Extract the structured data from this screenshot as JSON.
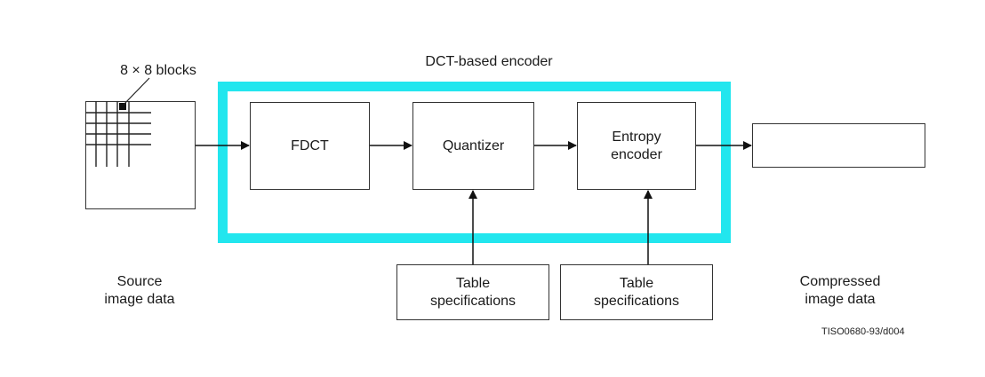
{
  "diagram": {
    "encoder_label": "DCT-based encoder",
    "blocks_label": "8 × 8 blocks",
    "source_label": "Source\nimage data",
    "fdct_label": "FDCT",
    "quantizer_label": "Quantizer",
    "entropy_label": "Entropy\nencoder",
    "table_spec_1": "Table\nspecifications",
    "table_spec_2": "Table\nspecifications",
    "compressed_label": "Compressed\nimage data",
    "ref_code": "TISO0680-93/d004",
    "colors": {
      "encoder_border": "#22e6ee",
      "lines": "#333333"
    }
  }
}
